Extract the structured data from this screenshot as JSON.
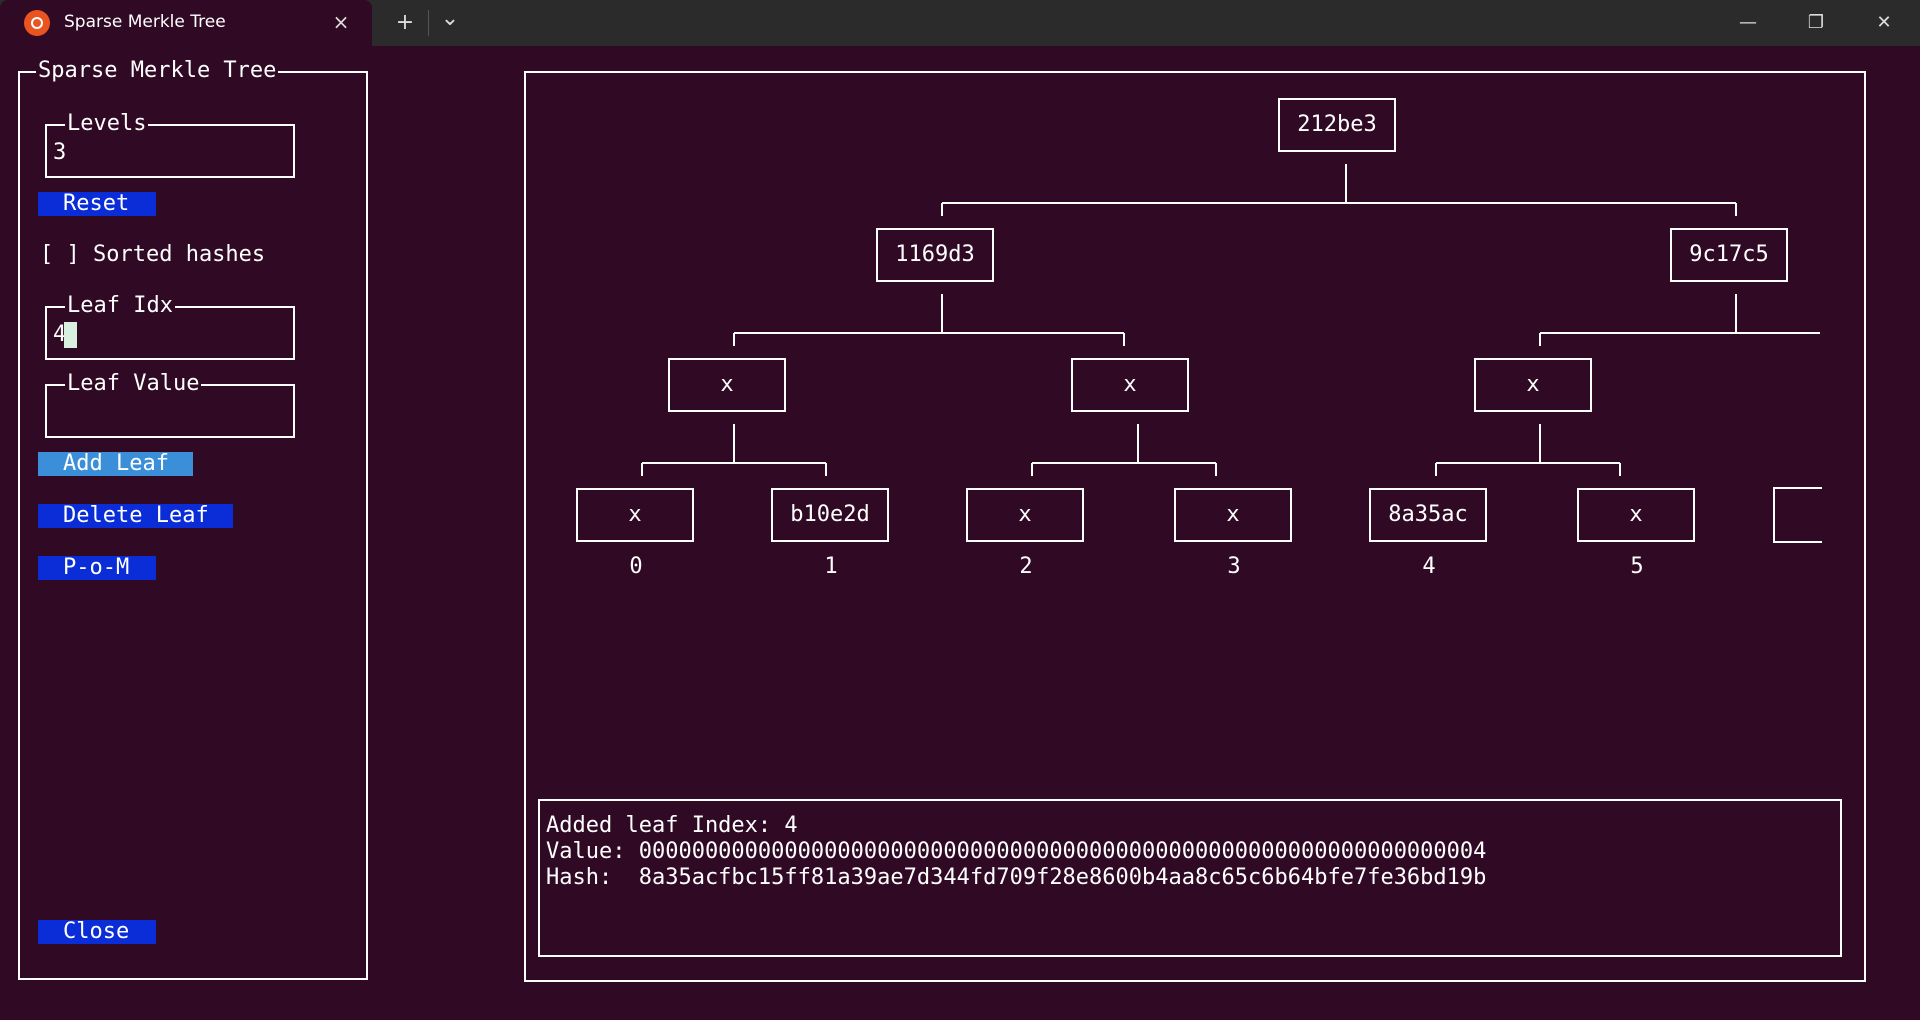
{
  "window": {
    "tab_title": "Sparse Merkle Tree",
    "tab_close_icon": "×",
    "new_tab_icon": "+",
    "dropdown_icon": "⌄",
    "minimize_icon": "—",
    "restore_icon": "❐",
    "close_icon": "✕"
  },
  "panel": {
    "title": "Sparse Merkle Tree",
    "levels": {
      "label": "Levels",
      "value": "3"
    },
    "reset_label": "Reset",
    "sorted_hashes_label": "[ ] Sorted hashes",
    "leaf_idx": {
      "label": "Leaf Idx",
      "value": "4"
    },
    "leaf_value": {
      "label": "Leaf Value",
      "value": ""
    },
    "add_leaf_label": "Add Leaf",
    "delete_leaf_label": "Delete Leaf",
    "pom_label": "P-o-M",
    "close_label": "Close"
  },
  "tree": {
    "root": "212be3",
    "level1": [
      "1169d3",
      "9c17c5"
    ],
    "level2": [
      "x",
      "x",
      "x"
    ],
    "leaves": [
      "x",
      "b10e2d",
      "x",
      "x",
      "8a35ac",
      "x",
      ""
    ],
    "leaf_indices": [
      "0",
      "1",
      "2",
      "3",
      "4",
      "5"
    ]
  },
  "log": {
    "line1": "Added leaf Index: 4",
    "line2": "Value: 0000000000000000000000000000000000000000000000000000000000000004",
    "line3": "Hash:  8a35acfbc15ff81a39ae7d344fd709f28e8600b4aa8c65c6b64bfe7fe36bd19b"
  },
  "colors": {
    "terminal_bg": "#300a24",
    "button_bg": "#0a2dd8",
    "button_focused_bg": "#3a8fd8",
    "titlebar_bg": "#2b2b2b",
    "ubuntu_orange": "#e95420"
  }
}
